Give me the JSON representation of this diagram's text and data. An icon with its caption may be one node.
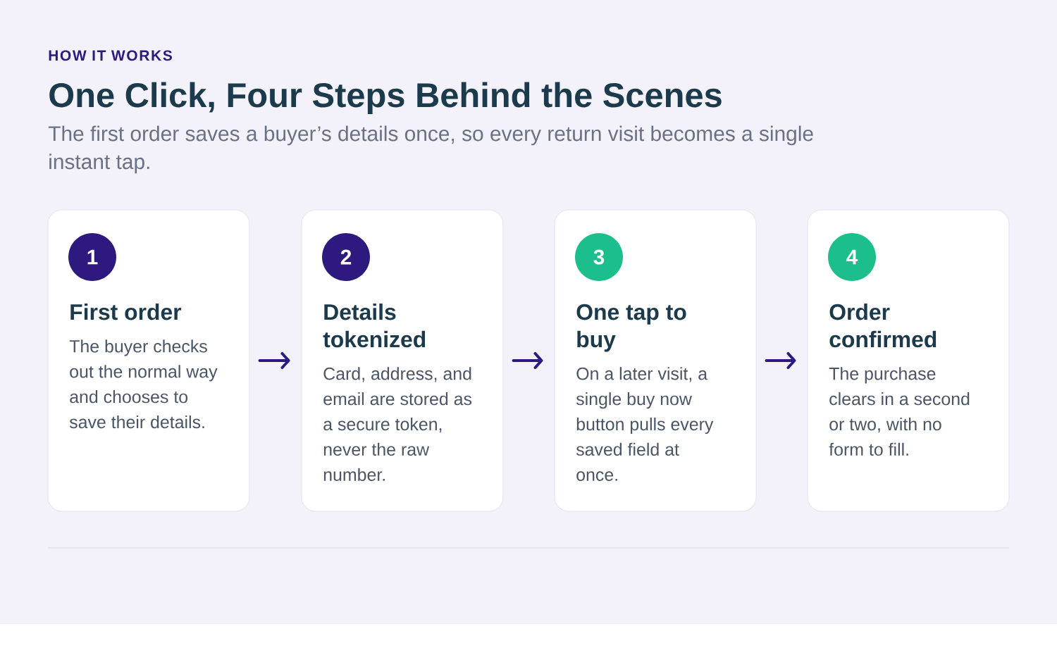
{
  "diagram": {
    "title": "One Click, Four Steps Behind the Scenes",
    "nodes": [
      {
        "text": [
          "First order",
          "The buyer checks out the normal way and chooses to save their details."
        ]
      },
      {
        "text": [
          "1"
        ],
        "in": 0
      },
      {
        "text": [
          "Details tokenized",
          "Card, address, and email are stored as a secure token, never the raw number."
        ]
      },
      {
        "text": [
          "2"
        ],
        "in": 2
      },
      {
        "text": [
          "One tap to buy",
          "On a later visit, a single buy now button pulls every saved field at once."
        ]
      },
      {
        "text": [
          "3"
        ],
        "in": 4
      },
      {
        "text": [
          "Order confirmed",
          "The purchase clears in a second or two, with no form to fill."
        ]
      },
      {
        "text": [
          "4"
        ],
        "in": 6
      }
    ],
    "edges": [
      {
        "from": 0,
        "to": 2,
        "arrow": "to"
      },
      {
        "from": 2,
        "to": 4,
        "arrow": "to"
      },
      {
        "from": 4,
        "to": 6,
        "arrow": "to"
      }
    ],
    "labels": [
      "HOW IT WORKS",
      "The first order saves a buyer’s details once, so every return visit becomes a single instant tap."
    ]
  }
}
